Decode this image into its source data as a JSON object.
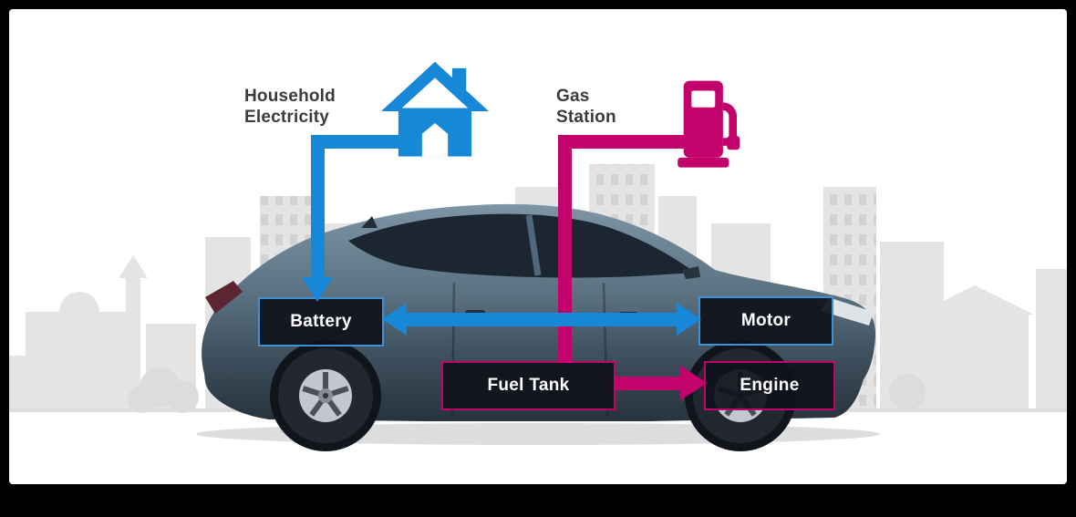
{
  "title": "Plug-in hybrid energy flow diagram",
  "palette": {
    "blue": "#1788d8",
    "magenta": "#c2036c",
    "box_fill": "#12141e",
    "box_text": "#ffffff",
    "label_text": "#3b3b3b",
    "skyline_gray": "#e4e4e4",
    "frame_black": "#000000",
    "canvas_white": "#ffffff",
    "car_body": "#5c7383"
  },
  "labels": {
    "household": "Household\nElectricity",
    "gas_station": "Gas\nStation"
  },
  "components": {
    "battery": "Battery",
    "motor": "Motor",
    "fuel_tank": "Fuel Tank",
    "engine": "Engine"
  },
  "icons": {
    "house": "house-icon",
    "fuel_pump": "fuel-pump-icon"
  },
  "flows": [
    {
      "from": "Household Electricity",
      "to": "Battery",
      "color": "#1788d8",
      "style": "arrow-down"
    },
    {
      "from": "Gas Station",
      "to": "Fuel Tank",
      "color": "#c2036c",
      "style": "line-down"
    },
    {
      "from": "Battery",
      "to": "Motor",
      "color": "#1788d8",
      "style": "double-headed-arrow"
    },
    {
      "from": "Fuel Tank",
      "to": "Engine",
      "color": "#c2036c",
      "style": "arrow-right"
    }
  ]
}
